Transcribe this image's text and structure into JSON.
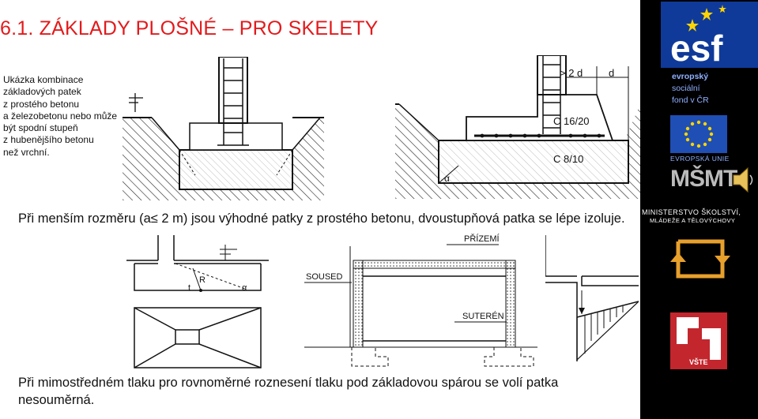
{
  "title": "6.1. ZÁKLADY PLOŠNÉ – PRO SKELETY",
  "side_note_lines": [
    "Ukázka kombinace",
    "základových patek",
    "z prostého betonu",
    "a železobetonu nebo může",
    "být spodní stupeň",
    "z hubenějšího betonu",
    "než vrchní."
  ],
  "paragraph1": "Při menším rozměru (a≤ 2 m) jsou výhodné patky z prostého betonu, dvoustupňová patka se lépe izoluje.",
  "paragraph2": "Při mimostředném tlaku pro rovnoměrné roznesení tlaku pod základovou spárou se volí patka nesouměrná.",
  "figure_top_right": {
    "dim1": "> 2 d",
    "dim2": "d",
    "upper_concrete": "C 16/20",
    "lower_concrete": "C 8/10",
    "angle": "α"
  },
  "figure_profile": {
    "t": "t",
    "r": "R",
    "angle": "α"
  },
  "figure_section": {
    "ground_floor": "PŘÍZEMÍ",
    "neighbour": "SOUSED",
    "basement": "SUTERÉN"
  },
  "logos": {
    "esf": "esf",
    "esf_line1": "evropský",
    "esf_line2": "sociální",
    "esf_line3": "fond v ČR",
    "eu": "EVROPSKÁ UNIE",
    "msmt": "MŠMT",
    "ministry_line1": "MINISTERSTVO ŠKOLSTVÍ,",
    "ministry_line2": "MLÁDEŽE A TĚLOVÝCHOVY",
    "vste": "VŠTE"
  },
  "colors": {
    "title": "#e31a1c",
    "esf_blue": "#0f3a99",
    "eu_blue": "#1f4fb4",
    "star_yellow": "#ffd400",
    "op_orange": "#e8a02c",
    "vste_red": "#c3262d"
  },
  "icons": [
    "speaker-icon"
  ]
}
